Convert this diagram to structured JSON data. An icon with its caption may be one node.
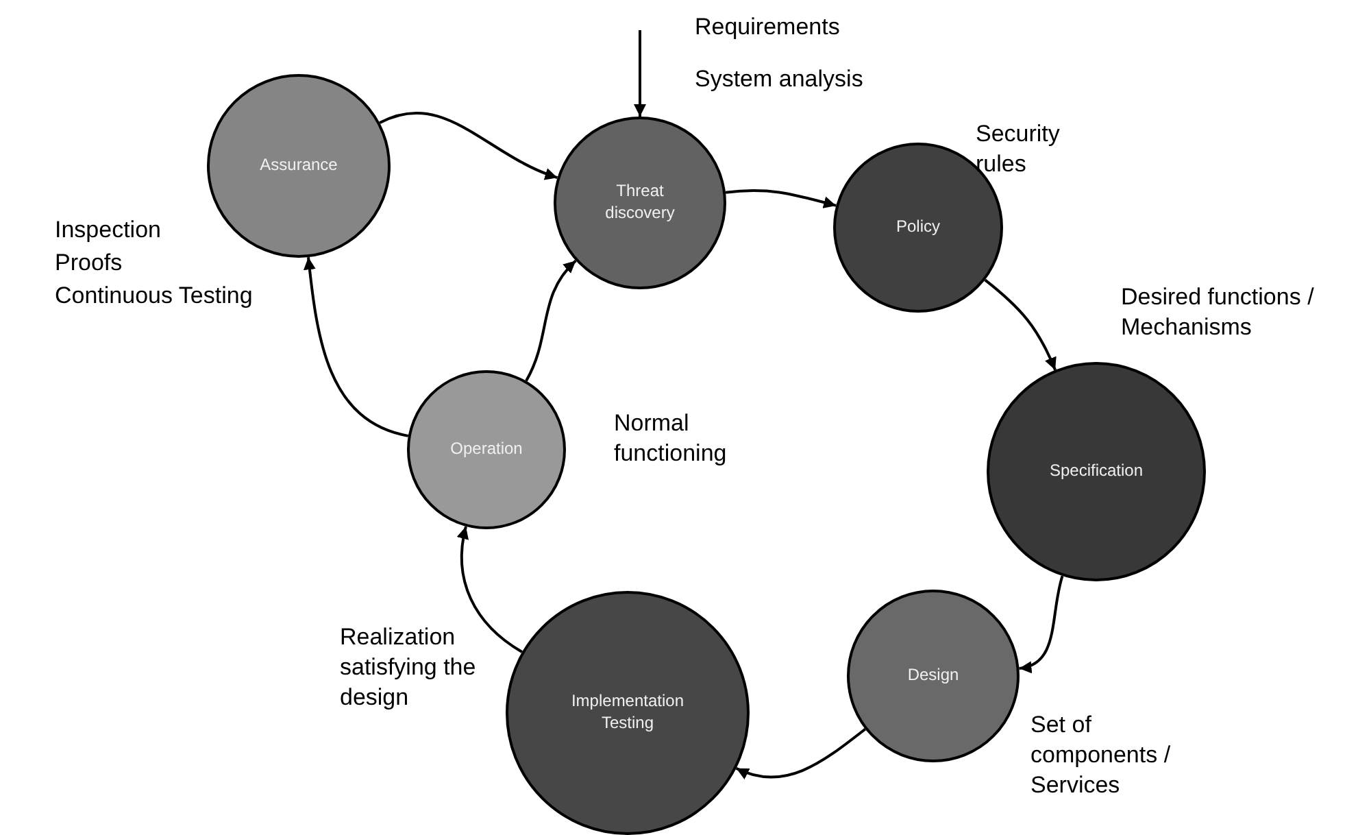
{
  "diagram": {
    "nodes": [
      {
        "text": [
          "Assurance"
        ]
      },
      {
        "text": [
          "Threat discovery"
        ]
      },
      {
        "text": [
          "Policy"
        ]
      },
      {
        "text": [
          "Specification"
        ]
      },
      {
        "text": [
          "Design"
        ]
      },
      {
        "text": [
          "Implementation Testing"
        ]
      },
      {
        "text": [
          "Operation"
        ]
      }
    ],
    "edges": [
      {
        "from": 0,
        "to": 1,
        "arrow": "to"
      },
      {
        "from": 1,
        "to": 2,
        "arrow": "to"
      },
      {
        "from": 2,
        "to": 3,
        "arrow": "to"
      },
      {
        "from": 3,
        "to": 4,
        "arrow": "to"
      },
      {
        "from": 4,
        "to": 5,
        "arrow": "to"
      },
      {
        "from": 5,
        "to": 6,
        "arrow": "to"
      },
      {
        "from": 6,
        "to": 1,
        "arrow": "to"
      },
      {
        "from": 6,
        "to": 0,
        "arrow": "to"
      },
      {
        "from": null,
        "to": 1,
        "arrow": "to"
      }
    ],
    "labels": [
      "Requirements",
      "System analysis",
      "Security rules",
      "Inspection",
      "Proofs",
      "Continuous Testing",
      "Desired functions / Mechanisms",
      "Normal functioning",
      "Realization satisfying the design",
      "Set of components / Services"
    ]
  }
}
